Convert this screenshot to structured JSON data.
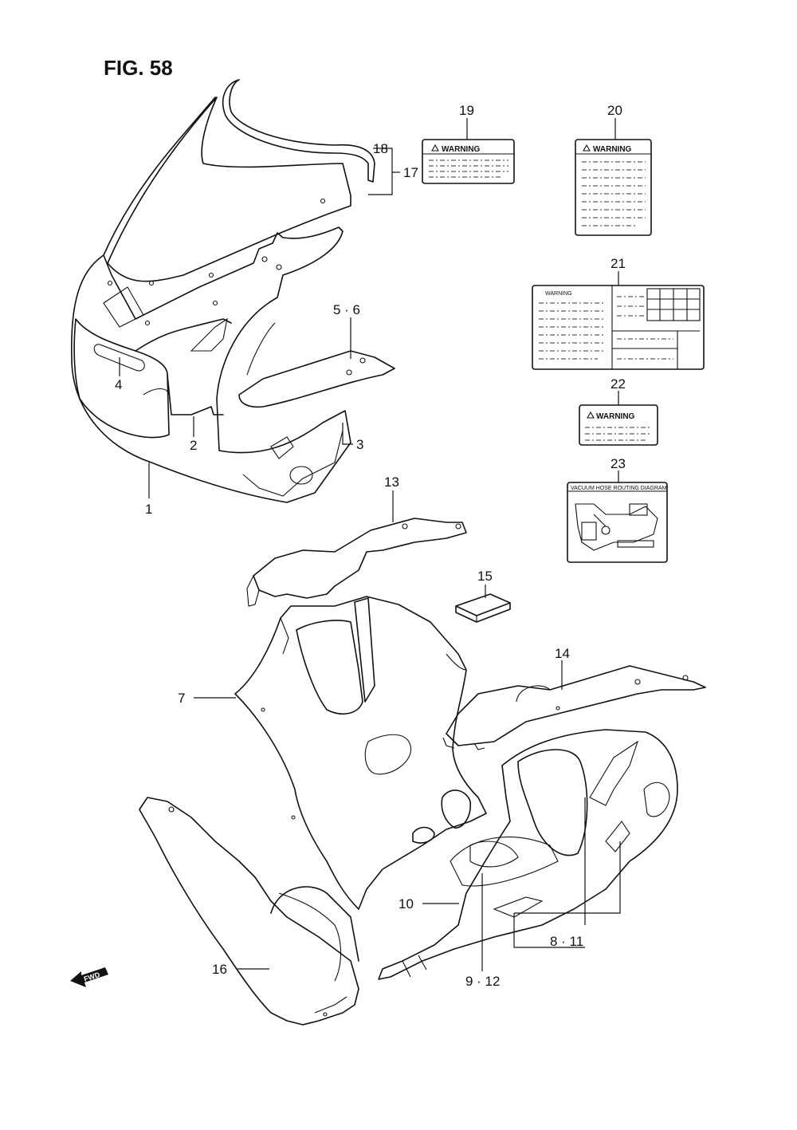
{
  "figure": {
    "title": "FIG. 58",
    "fwd": "FWD"
  },
  "callouts": {
    "c1": "1",
    "c2": "2",
    "c3": "3",
    "c4": "4",
    "c56": "5 · 6",
    "c7": "7",
    "c811": "8 · 11",
    "c912": "9 · 12",
    "c10": "10",
    "c13": "13",
    "c14": "14",
    "c15": "15",
    "c16": "16",
    "c17": "17",
    "c18": "18",
    "c19": "19",
    "c20": "20",
    "c21": "21",
    "c22": "22",
    "c23": "23"
  },
  "labels": {
    "l19": "WARNING",
    "l20": "WARNING",
    "l21": "WARNING",
    "l22": "WARNING",
    "l23": "VACUUM HOSE ROUTING DIAGRAM"
  }
}
